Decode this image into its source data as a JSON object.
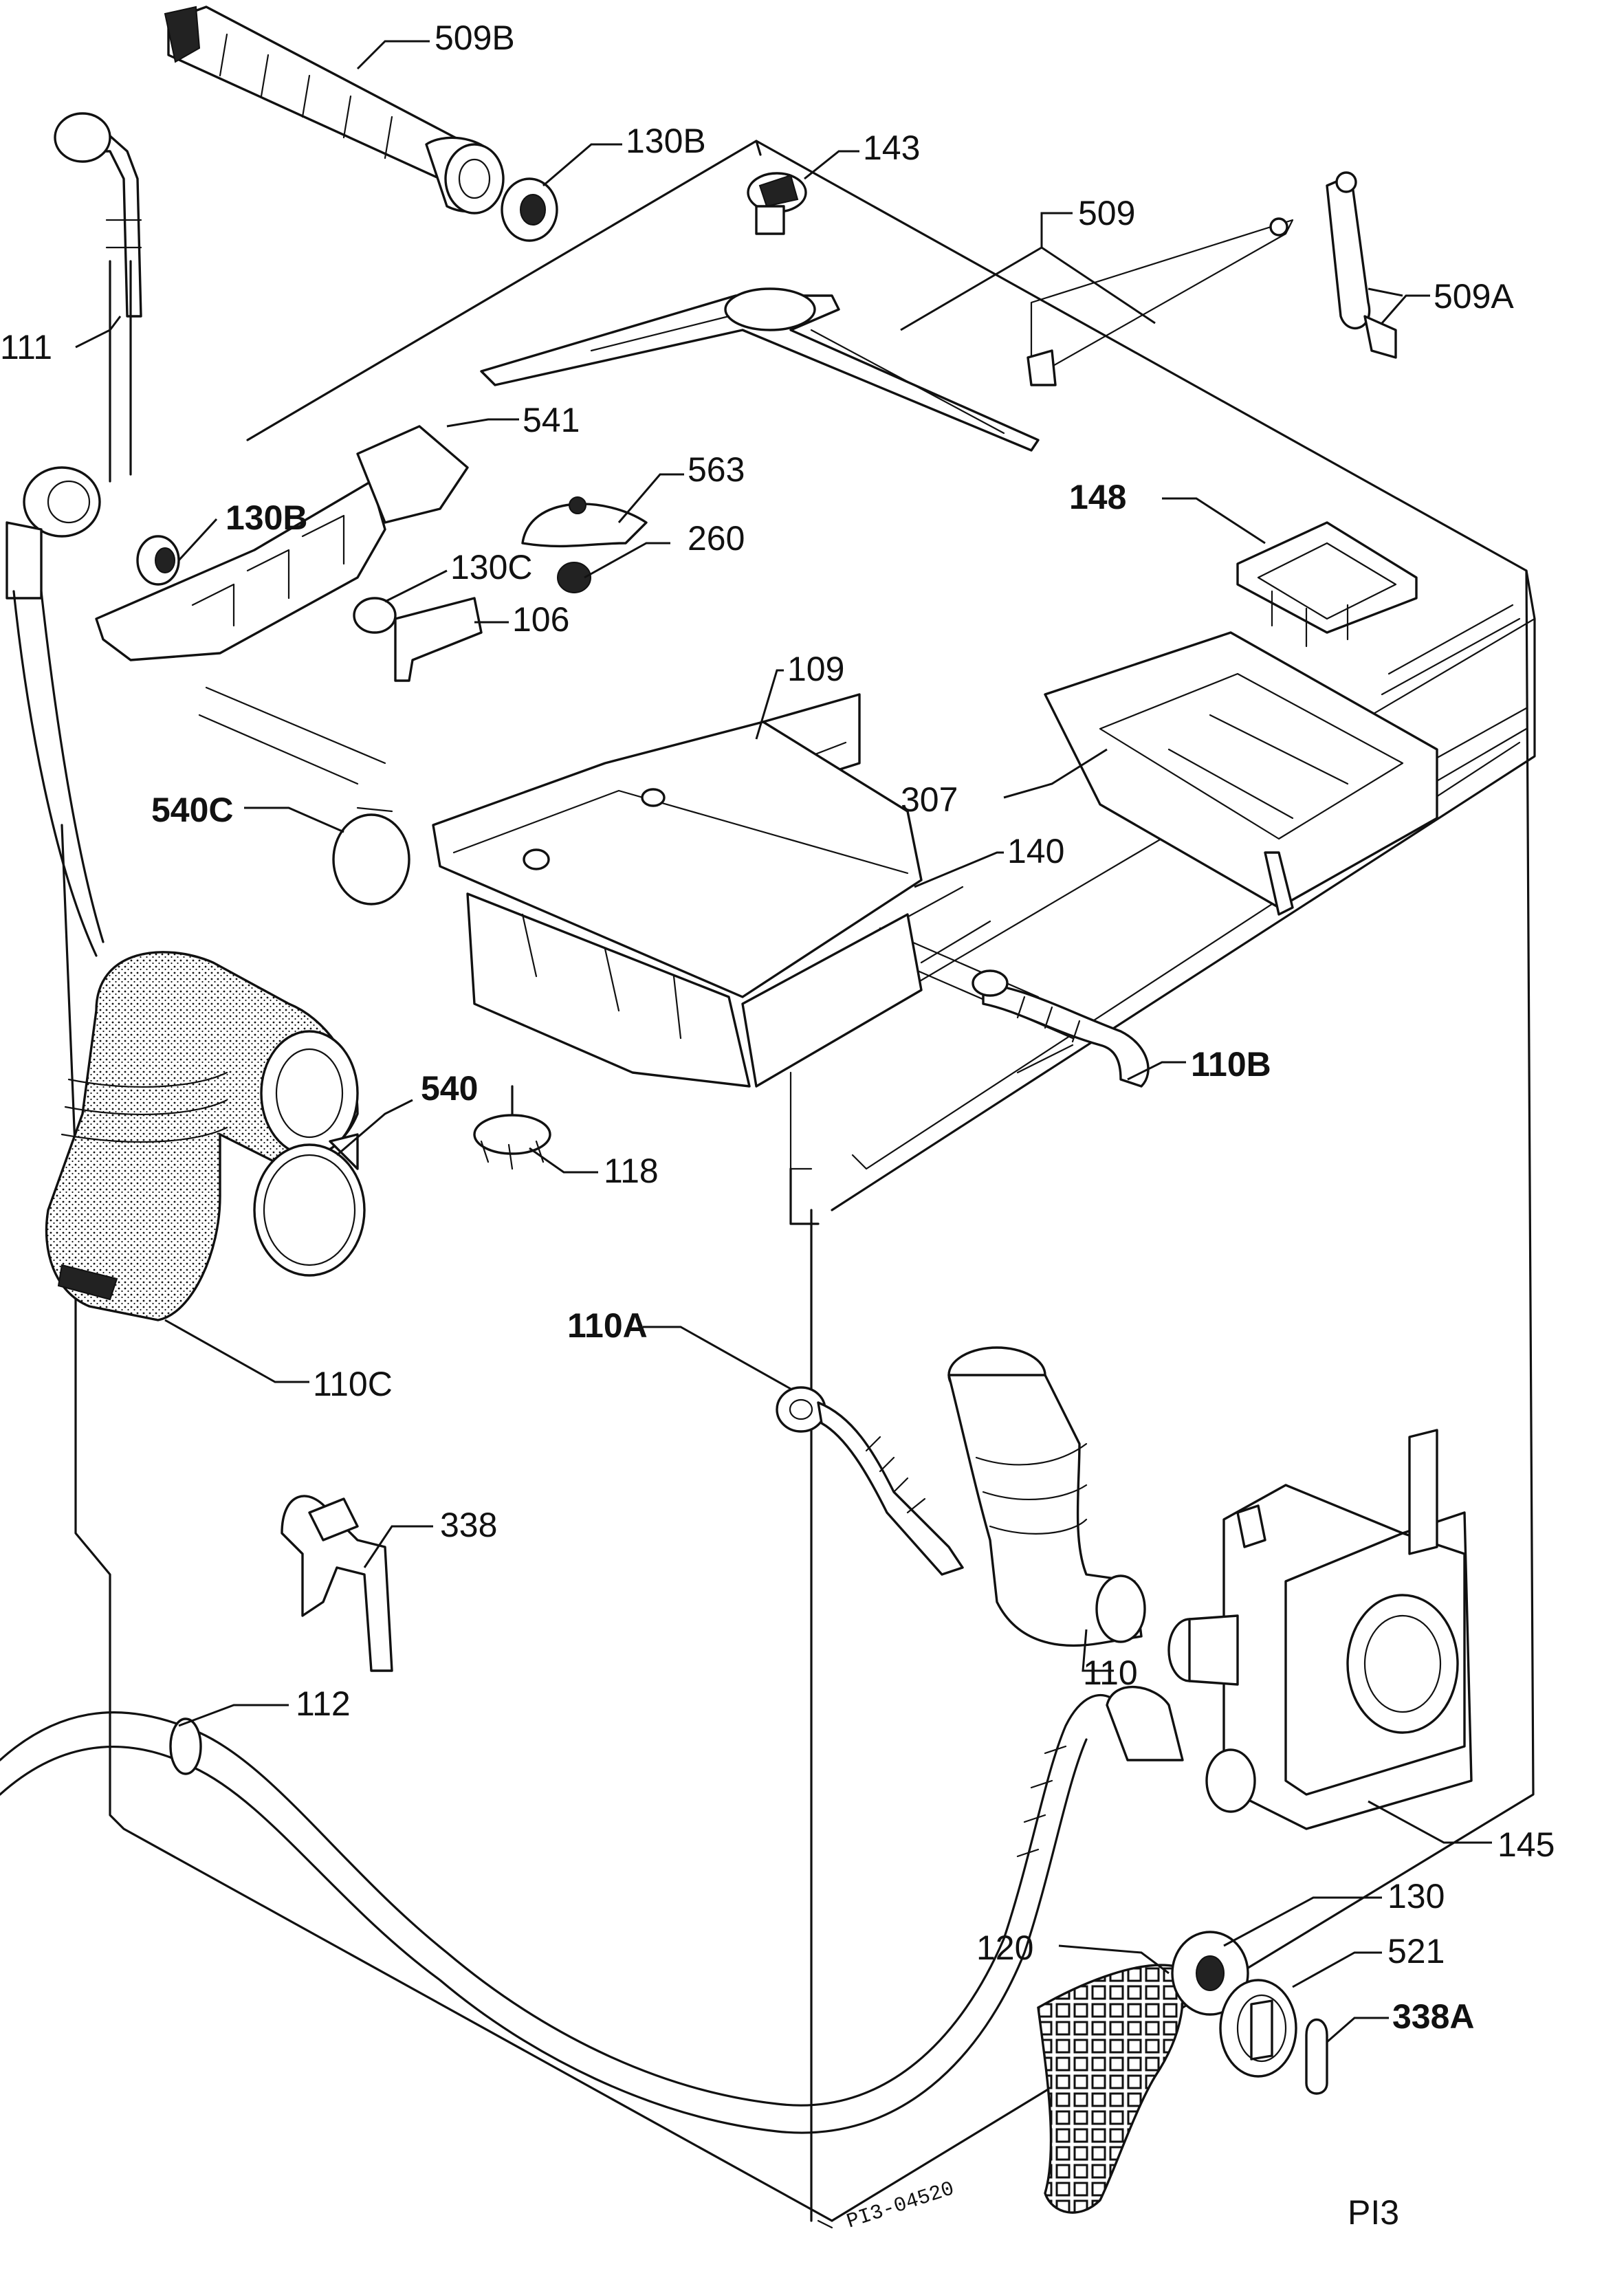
{
  "diagram": {
    "labels": {
      "p509b": "509B",
      "p130b_top": "130B",
      "p143": "143",
      "p509": "509",
      "p509a": "509A",
      "p111": "111",
      "p541": "541",
      "p563": "563",
      "p148": "148",
      "p130b_mid": "130B",
      "p260": "260",
      "p130c": "130C",
      "p106": "106",
      "p109": "109",
      "p540c": "540C",
      "p307": "307",
      "p140": "140",
      "p540": "540",
      "p110b": "110B",
      "p118": "118",
      "p110c": "110C",
      "p110a": "110A",
      "p338": "338",
      "p110": "110",
      "p112": "112",
      "p145": "145",
      "p130": "130",
      "p120": "120",
      "p521": "521",
      "p338a": "338A"
    },
    "drawing_code": "PI3-04520",
    "page_id": "PI3"
  }
}
